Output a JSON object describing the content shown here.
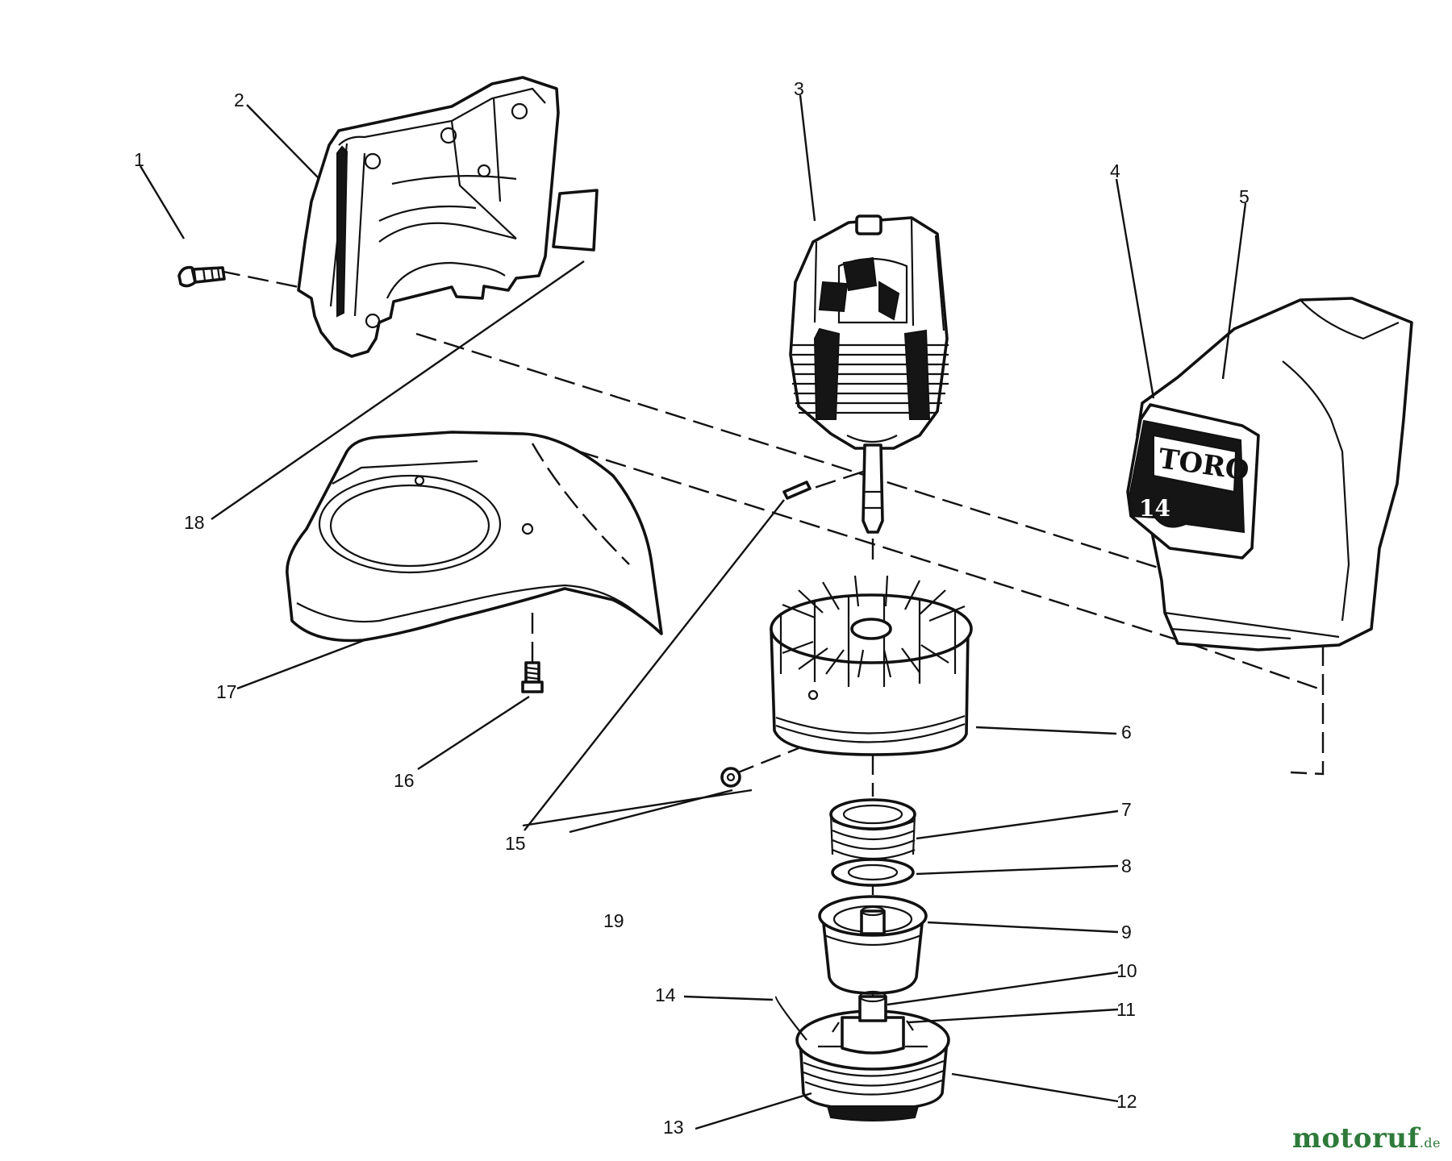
{
  "callouts": {
    "1": "1",
    "2": "2",
    "3": "3",
    "4": "4",
    "5": "5",
    "6": "6",
    "7": "7",
    "8": "8",
    "9": "9",
    "10": "10",
    "11": "11",
    "12": "12",
    "13": "13",
    "14": "14",
    "15": "15",
    "16": "16",
    "17": "17",
    "18": "18",
    "19": "19"
  },
  "decal": {
    "brand": "TORO",
    "model": "14"
  },
  "watermark": {
    "name": "motoruf",
    "tld": ".de"
  }
}
